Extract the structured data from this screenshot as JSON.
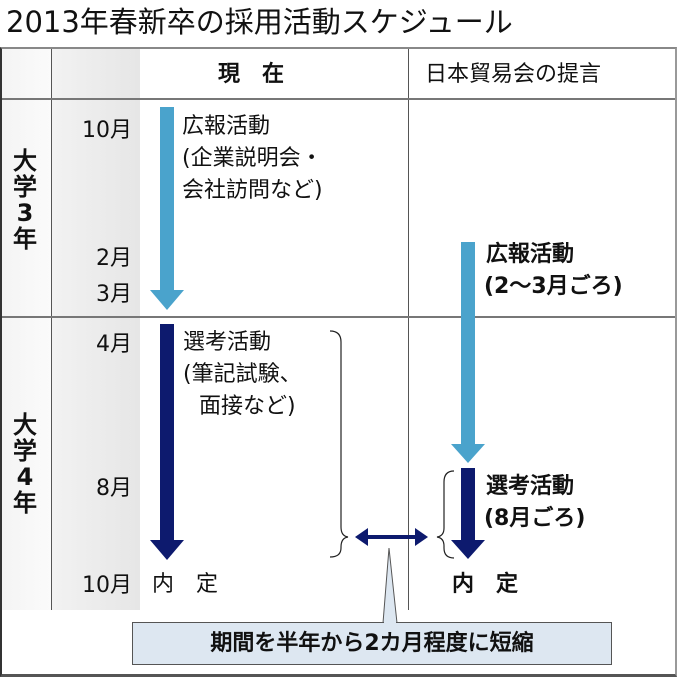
{
  "title": "2013年春新卒の採用活動スケジュール",
  "header": {
    "current": "現　在",
    "proposal": "日本貿易会の提言"
  },
  "years": [
    {
      "label_chars": [
        "大",
        "学",
        "3",
        "年"
      ]
    },
    {
      "label_chars": [
        "大",
        "学",
        "4",
        "年"
      ]
    }
  ],
  "months": {
    "oct_y3": "10月",
    "feb": "2月",
    "mar": "3月",
    "apr": "4月",
    "aug": "8月",
    "oct_y4": "10月"
  },
  "current": {
    "pr_title": "広報活動",
    "pr_detail_1": "(企業説明会・",
    "pr_detail_2": "会社訪問など)",
    "sel_title": "選考活動",
    "sel_detail_1": "(筆記試験、",
    "sel_detail_2": "面接など)",
    "offer": "内　定"
  },
  "proposal": {
    "pr_title": "広報活動",
    "pr_detail": "(2〜3月ごろ)",
    "sel_title": "選考活動",
    "sel_detail": "(8月ごろ)",
    "offer": "内　定"
  },
  "callout": "期間を半年から2カ月程度に短縮",
  "colors": {
    "pr_arrow": "#4aa3cc",
    "selection_arrow": "#0d1a6e",
    "callout_bg": "#dde7f1",
    "month_column_bg": "#e8e8e8"
  }
}
